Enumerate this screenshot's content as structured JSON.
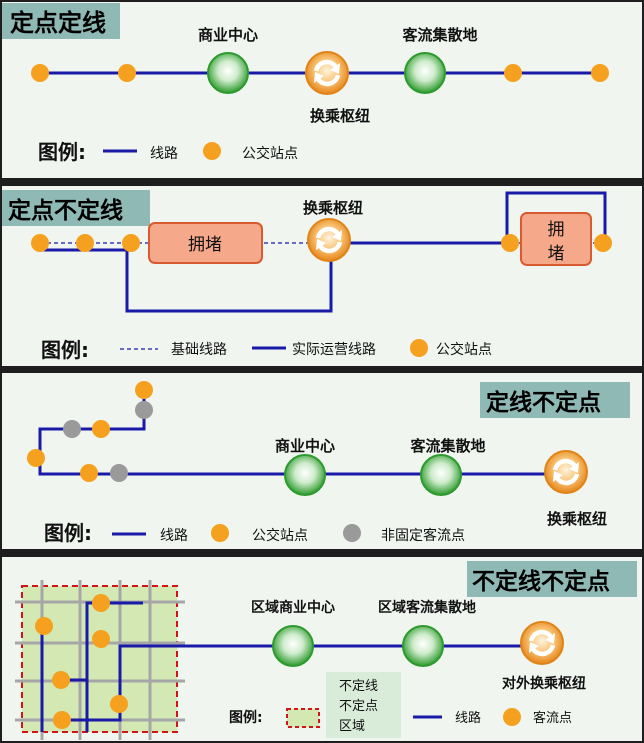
{
  "colors": {
    "panel_bg": "#f0f5f0",
    "title_bg": "#8fb9b5",
    "line": "#1a1aa8",
    "stop": "#f5a11f",
    "grey_stop": "#9a9a9a",
    "hub_green": "#2c9a2c",
    "congestion_fill": "#f6a98a",
    "congestion_border": "#d85a30",
    "zone_fill": "#d4e8b4",
    "zone_border": "#d01515",
    "grid_line": "#a6a6a6"
  },
  "panels": {
    "p1": {
      "title": "定点定线",
      "hub_commercial": "商业中心",
      "hub_passenger": "客流集散地",
      "transfer": "换乘枢纽",
      "legend_title": "图例:",
      "legend_line": "线路",
      "legend_stop": "公交站点",
      "icon": "refresh-icon"
    },
    "p2": {
      "title": "定点不定线",
      "transfer": "换乘枢纽",
      "congestion_1": "拥堵",
      "congestion_2_line1": "拥",
      "congestion_2_line2": "堵",
      "legend_title": "图例:",
      "legend_base": "基础线路",
      "legend_actual": "实际运营线路",
      "legend_stop": "公交站点",
      "icon": "refresh-icon"
    },
    "p3": {
      "title": "定线不定点",
      "hub_commercial": "商业中心",
      "hub_passenger": "客流集散地",
      "transfer": "换乘枢纽",
      "legend_title": "图例:",
      "legend_line": "线路",
      "legend_stop": "公交站点",
      "legend_grey": "非固定客流点",
      "icon": "refresh-icon"
    },
    "p4": {
      "title": "不定线不定点",
      "hub_commercial": "区域商业中心",
      "hub_passenger": "区域客流集散地",
      "transfer": "对外换乘枢纽",
      "legend_title": "图例:",
      "zone_line1": "不定线",
      "zone_line2": "不定点",
      "zone_line3": "区域",
      "legend_line": "线路",
      "legend_flow": "客流点",
      "icon": "refresh-icon"
    }
  }
}
